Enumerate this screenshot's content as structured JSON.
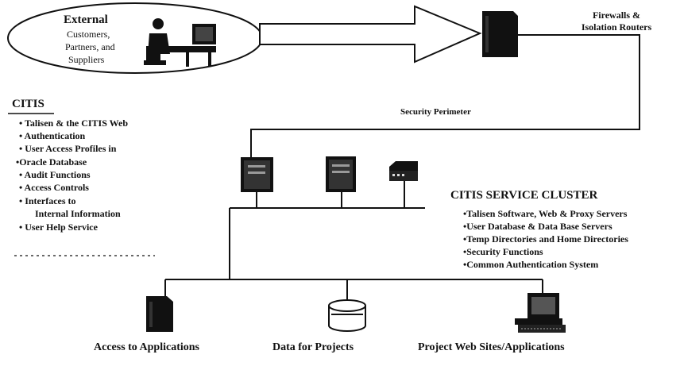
{
  "external": {
    "title": "External",
    "lines": [
      "Customers,",
      "Partners, and",
      "Suppliers"
    ]
  },
  "firewalls": {
    "line1": "Firewalls &",
    "line2": "Isolation Routers"
  },
  "security_perimeter": "Security Perimeter",
  "citis": {
    "title": "CITIS",
    "items": [
      "• Talisen & the CITIS Web",
      "• Authentication",
      "• User Access Profiles in",
      "•Oracle Database",
      "• Audit Functions",
      "• Access Controls",
      "• Interfaces to",
      "Internal Information",
      "• User Help Service"
    ]
  },
  "cluster": {
    "title": "CITIS SERVICE CLUSTER",
    "items": [
      "•Talisen Software, Web & Proxy Servers",
      "•User Database & Data Base Servers",
      "•Temp Directories and Home Directories",
      "•Security Functions",
      "•Common Authentication System"
    ]
  },
  "bottom": {
    "applications": "Access to Applications",
    "data": "Data for Projects",
    "web_sites": "Project Web Sites/Applications"
  },
  "icons": [
    "user-at-computer-icon",
    "firewall-server-icon",
    "server-tower-icon",
    "router-icon",
    "database-icon",
    "workstation-icon"
  ]
}
